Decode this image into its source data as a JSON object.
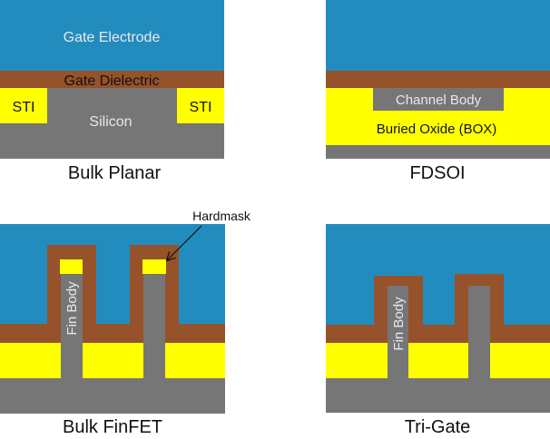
{
  "colors": {
    "gate_electrode": "#238cbe",
    "gate_dielectric": "#96522a",
    "oxide": "#ffff00",
    "silicon": "#767676",
    "light_text": "#e8e8e8",
    "dark_text": "#111111"
  },
  "panels": {
    "bulk_planar": {
      "caption": "Bulk Planar",
      "labels": {
        "gate_electrode": "Gate Electrode",
        "gate_dielectric": "Gate Dielectric",
        "sti_left": "STI",
        "sti_right": "STI",
        "silicon": "Silicon"
      }
    },
    "fdsoi": {
      "caption": "FDSOI",
      "labels": {
        "channel_body": "Channel Body",
        "buried_oxide": "Buried Oxide (BOX)"
      }
    },
    "bulk_finfet": {
      "caption": "Bulk FinFET",
      "labels": {
        "fin_body": "Fin Body",
        "hardmask": "Hardmask"
      }
    },
    "tri_gate": {
      "caption": "Tri-Gate",
      "labels": {
        "fin_body": "Fin Body"
      }
    }
  }
}
